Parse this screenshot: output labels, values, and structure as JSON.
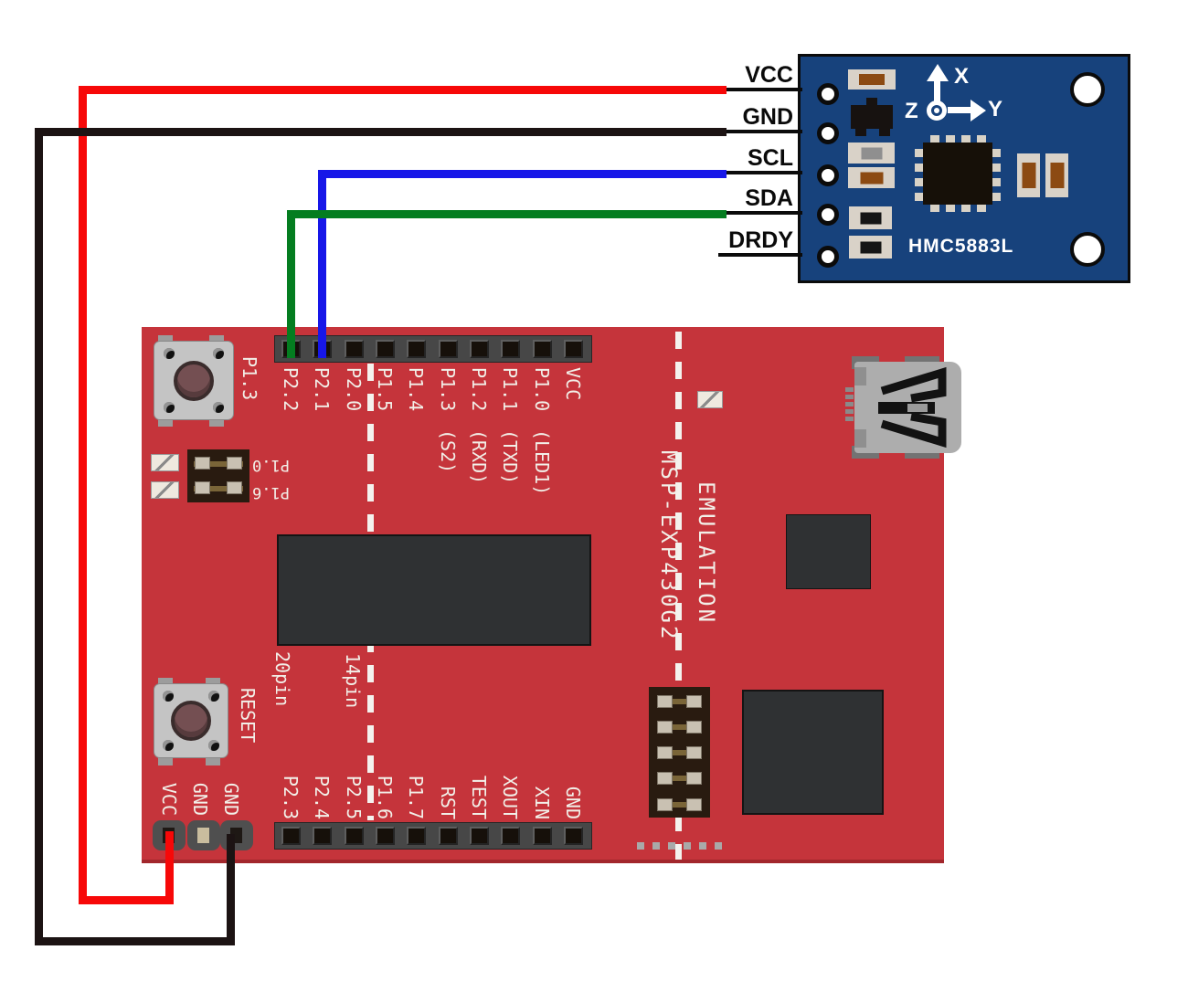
{
  "module": {
    "chip_label": "HMC5883L",
    "pins": [
      "VCC",
      "GND",
      "SCL",
      "SDA",
      "DRDY"
    ],
    "axis": {
      "x": "X",
      "y": "Y",
      "z": "Z"
    },
    "pcb_color": "#17427C"
  },
  "board": {
    "pcb_color": "#C5343B",
    "emulation_label": "EMULATION",
    "model_label": "MSP-EXP430G2",
    "top_header": {
      "pins": [
        "P2.2",
        "P2.1",
        "P2.0",
        "P1.5",
        "P1.4",
        "P1.3",
        "P1.2",
        "P1.1",
        "P1.0",
        "VCC"
      ],
      "notes": [
        "",
        "",
        "",
        "",
        "",
        "(S2)",
        "(RXD)",
        "(TXD)",
        "(LED1)",
        ""
      ]
    },
    "bottom_header": {
      "pins": [
        "P2.3",
        "P2.4",
        "P2.5",
        "P1.6",
        "P1.7",
        "RST",
        "TEST",
        "XOUT",
        "XIN",
        "GND"
      ]
    },
    "power_pins": [
      "VCC",
      "GND",
      "GND"
    ],
    "buttons": [
      {
        "label": "P1.3"
      },
      {
        "label": "RESET"
      }
    ],
    "jumpers": [
      "P1.0",
      "P1.6"
    ],
    "pin_sections": [
      "20pin",
      "14pin"
    ]
  },
  "wires": [
    {
      "name": "vcc-wire",
      "color": "#F70808"
    },
    {
      "name": "gnd-wire",
      "color": "#1C1313"
    },
    {
      "name": "scl-wire",
      "color": "#1717E8"
    },
    {
      "name": "sda-wire",
      "color": "#047D20"
    }
  ]
}
